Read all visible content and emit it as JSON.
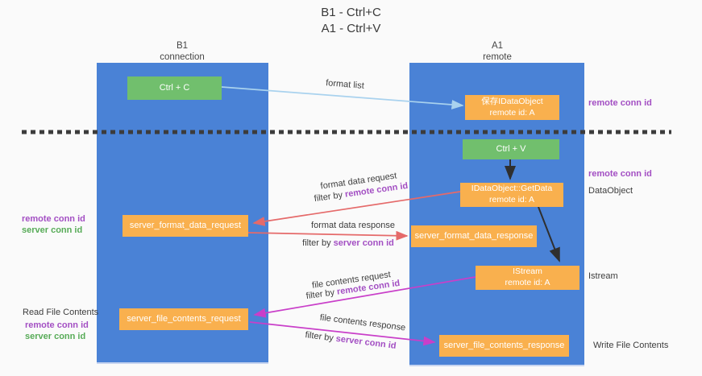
{
  "title": {
    "line1": "B1 - Ctrl+C",
    "line2": "A1 - Ctrl+V"
  },
  "lifelines": {
    "left": {
      "name": "B1",
      "role": "connection"
    },
    "right": {
      "name": "A1",
      "role": "remote"
    }
  },
  "nodes": {
    "ctrl_c": "Ctrl + C",
    "ctrl_v": "Ctrl + V",
    "save_idataobject": {
      "line1": "保存IDataObject",
      "line2": "remote id: A"
    },
    "getdata": {
      "line1": "IDataObject::GetData",
      "line2": "remote id: A"
    },
    "istream": {
      "line1": "IStream",
      "line2": "remote id: A"
    },
    "server_format_data_request": "server_format_data_request",
    "server_format_data_response": "server_format_data_response",
    "server_file_contents_request": "server_file_contents_request",
    "server_file_contents_response": "server_file_contents_response"
  },
  "edge_labels": {
    "format_list": "format list",
    "format_data_request": "format data request",
    "format_data_response": "format data response",
    "file_contents_request": "file contents request",
    "file_contents_response": "file contents response",
    "filter_by": "filter by ",
    "remote_conn_id": "remote conn id",
    "server_conn_id": "server conn id"
  },
  "side_labels": {
    "remote_conn_id": "remote conn id",
    "server_conn_id": "server conn id",
    "dataobject": "DataObject",
    "istream": "Istream",
    "read_file_contents": "Read File Contents",
    "write_file_contents": "Write File Contents"
  },
  "colors": {
    "column_blue": "#4a82d6",
    "box_green": "#71bf6d",
    "box_orange": "#f9b04e",
    "arrow_blue": "#a9d2ee",
    "arrow_black": "#2f2f2f",
    "arrow_red": "#e56a6a",
    "arrow_magenta": "#c93fc9",
    "text_purple": "#a34fc3",
    "text_green": "#57ab57",
    "dash": "#3c3c3c",
    "background": "#fafafa"
  }
}
